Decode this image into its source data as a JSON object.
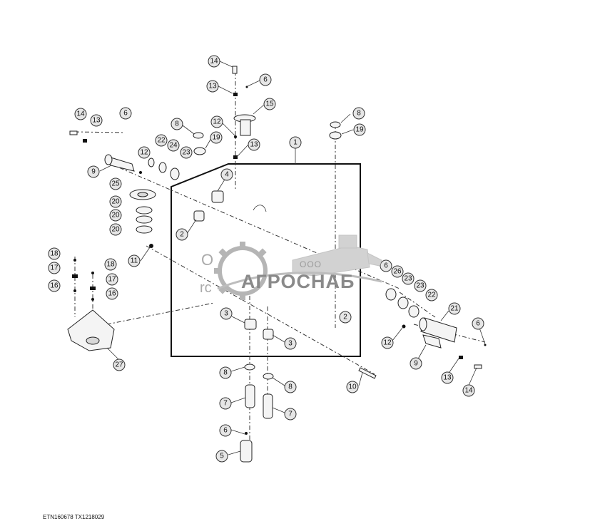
{
  "diagram": {
    "drawing_code": "ETN160678  TX1218029",
    "watermark": {
      "company_prefix": "ООО",
      "brand": "АГРОСНАБ",
      "fragment_a": "О",
      "fragment_b": "rc"
    },
    "callouts": [
      "14",
      "13",
      "6",
      "15",
      "12",
      "13",
      "4",
      "8",
      "19",
      "22",
      "24",
      "23",
      "12",
      "9",
      "13",
      "6",
      "14",
      "1",
      "8",
      "19",
      "25",
      "20",
      "20",
      "20",
      "2",
      "11",
      "18",
      "17",
      "16",
      "18",
      "17",
      "16",
      "27",
      "3",
      "3",
      "8",
      "8",
      "7",
      "7",
      "6",
      "5",
      "10",
      "6",
      "26",
      "23",
      "23",
      "22",
      "21",
      "2",
      "12",
      "9",
      "13",
      "14",
      "6"
    ]
  }
}
